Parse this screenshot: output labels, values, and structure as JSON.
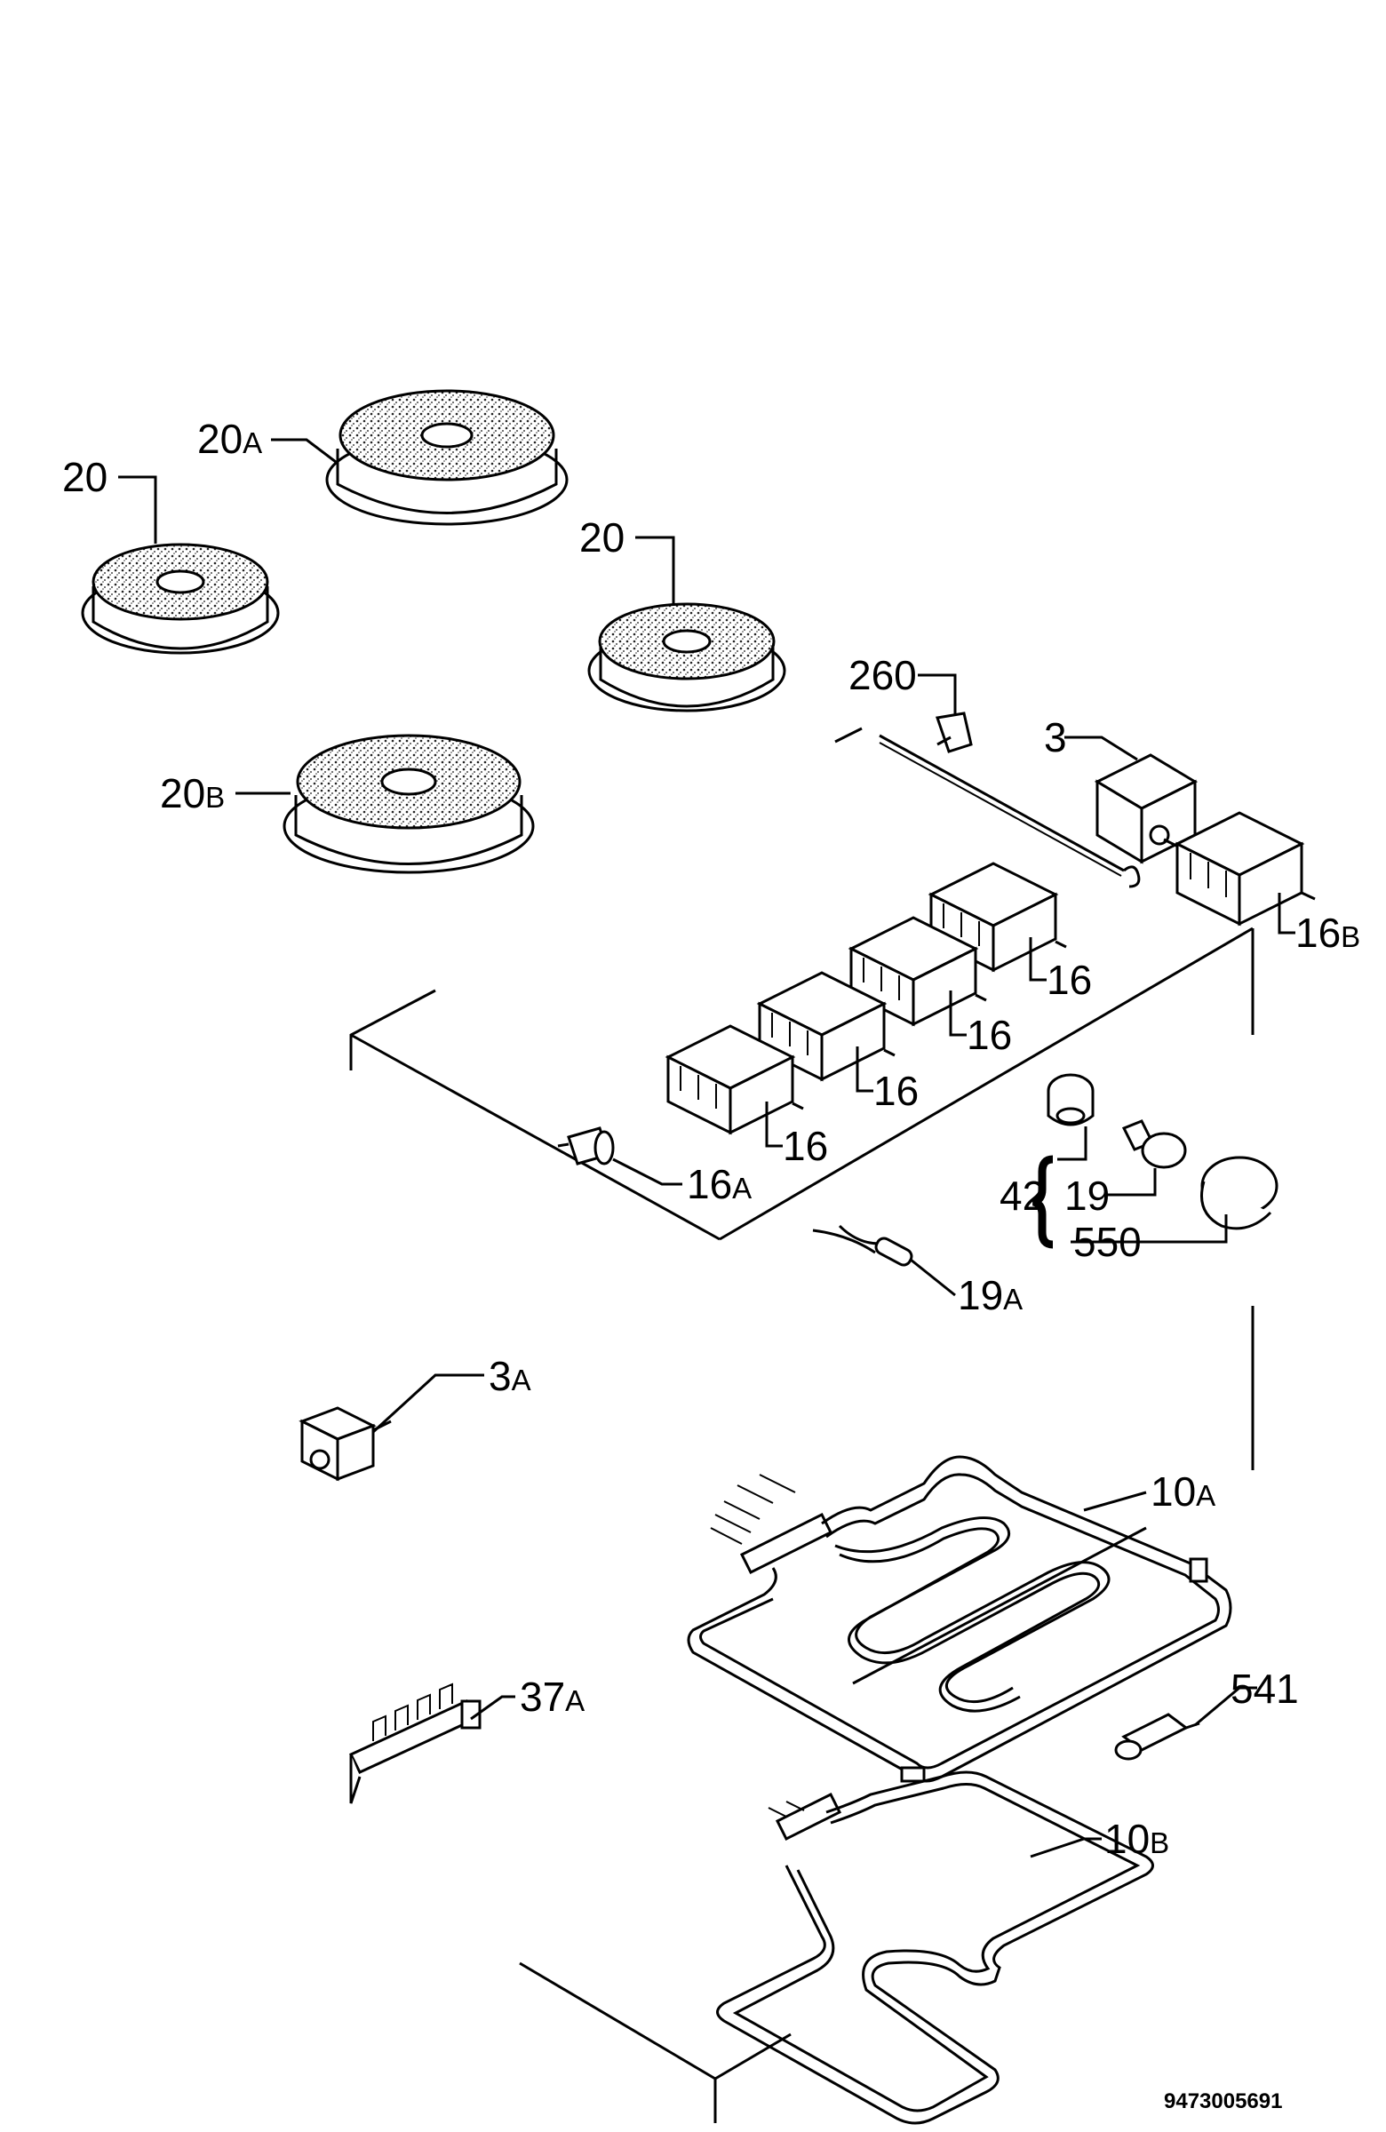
{
  "labels": {
    "burner_tl": {
      "num": "20",
      "suffix": ""
    },
    "burner_top": {
      "num": "20",
      "suffix": "A"
    },
    "burner_mid": {
      "num": "20",
      "suffix": ""
    },
    "burner_large": {
      "num": "20",
      "suffix": "B"
    },
    "clip": {
      "num": "260",
      "suffix": ""
    },
    "thermostat": {
      "num": "3",
      "suffix": ""
    },
    "switch_b": {
      "num": "16",
      "suffix": "B"
    },
    "switch_1": {
      "num": "16",
      "suffix": ""
    },
    "switch_2": {
      "num": "16",
      "suffix": ""
    },
    "switch_3": {
      "num": "16",
      "suffix": ""
    },
    "switch_4": {
      "num": "16",
      "suffix": ""
    },
    "pilot": {
      "num": "16",
      "suffix": "A"
    },
    "lamp_group": {
      "num": "42",
      "suffix": ""
    },
    "lamp": {
      "num": "19",
      "suffix": ""
    },
    "lamp_cover": {
      "num": "550",
      "suffix": ""
    },
    "wire": {
      "num": "19",
      "suffix": "A"
    },
    "small_switch": {
      "num": "3",
      "suffix": "A"
    },
    "grill_element": {
      "num": "10",
      "suffix": "A"
    },
    "terminal_block": {
      "num": "37",
      "suffix": "A"
    },
    "connector": {
      "num": "541",
      "suffix": ""
    },
    "bottom_element": {
      "num": "10",
      "suffix": "B"
    }
  },
  "reference_number": "9473005691"
}
